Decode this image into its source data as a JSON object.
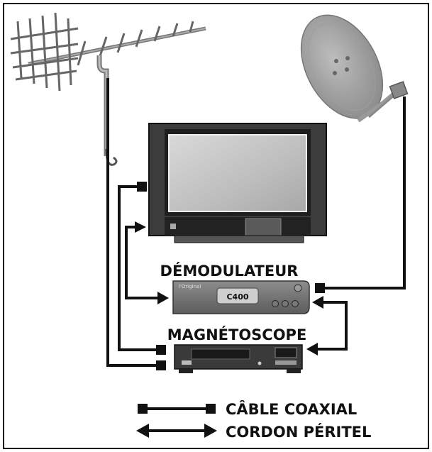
{
  "labels": {
    "demodulator": "DÉMODULATEUR",
    "vcr": "MAGNÉTOSCOPE",
    "display_code": "C400",
    "brand": "l'Original"
  },
  "legend": {
    "coax": "CÂBLE COAXIAL",
    "scart": "CORDON PÉRITEL"
  },
  "colors": {
    "cable": "#111111",
    "device": "#5a5a5a",
    "device_light": "#9a9a9a",
    "screen": "#cfcfcf"
  }
}
